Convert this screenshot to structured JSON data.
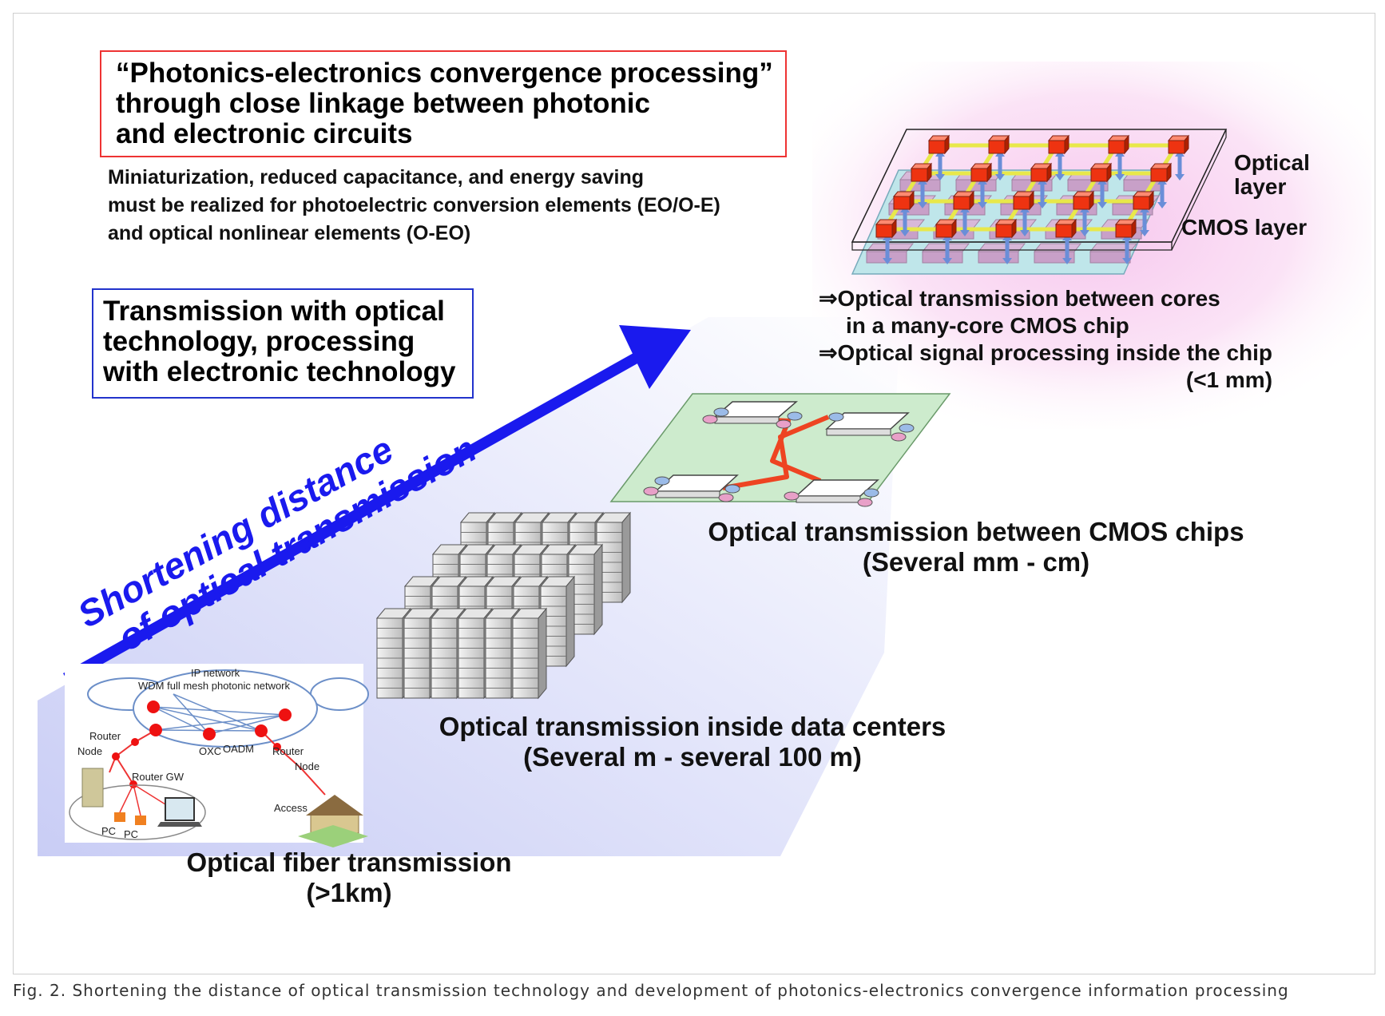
{
  "title_box": {
    "lines": [
      "“Photonics-electronics convergence processing”",
      "through close linkage between photonic",
      "and electronic circuits"
    ]
  },
  "requirements": {
    "lines": [
      "Miniaturization, reduced capacitance, and energy saving",
      "must be realized for photoelectric conversion elements (EO/O-E)",
      "and optical nonlinear elements (O-EO)"
    ]
  },
  "approach_box": {
    "lines": [
      "Transmission with optical",
      "technology, processing",
      "with electronic technology"
    ]
  },
  "arrow_text": {
    "line1": "Shortening distance",
    "line2": "of optical transmission"
  },
  "chip_layers": {
    "optical_layer": [
      "Optical",
      "layer"
    ],
    "cmos_layer": "CMOS layer"
  },
  "on_chip": {
    "bullets": [
      "⇒Optical transmission between cores",
      "in a many-core CMOS chip",
      "⇒Optical signal processing inside the chip",
      "(<1 mm)"
    ]
  },
  "between_chips": {
    "title": "Optical transmission between CMOS chips",
    "range": "(Several mm - cm)"
  },
  "data_centers": {
    "title": "Optical transmission inside data centers",
    "range": "(Several m - several 100 m)"
  },
  "fiber": {
    "title": "Optical fiber transmission",
    "range": "(>1km)"
  },
  "network": {
    "ip_network": "IP network",
    "wdm": "WDM full mesh photonic network",
    "router_left": "Router",
    "node_left": "Node",
    "oxc": "OXC",
    "oadm": "OADM",
    "router_right": "Router",
    "node_right": "Node",
    "router_gw": "Router GW",
    "access": "Access",
    "pc1": "PC",
    "pc2": "PC"
  },
  "caption": "Fig. 2. Shortening the distance of optical transmission technology and development of photonics-electronics convergence information processing",
  "colors": {
    "title_border": "#ee3333",
    "approach_border": "#2233cc",
    "arrow": "#1a1aee",
    "node_red": "#ee1111",
    "chip_mat": "#cdebcd",
    "optical_link": "#ee4422"
  }
}
